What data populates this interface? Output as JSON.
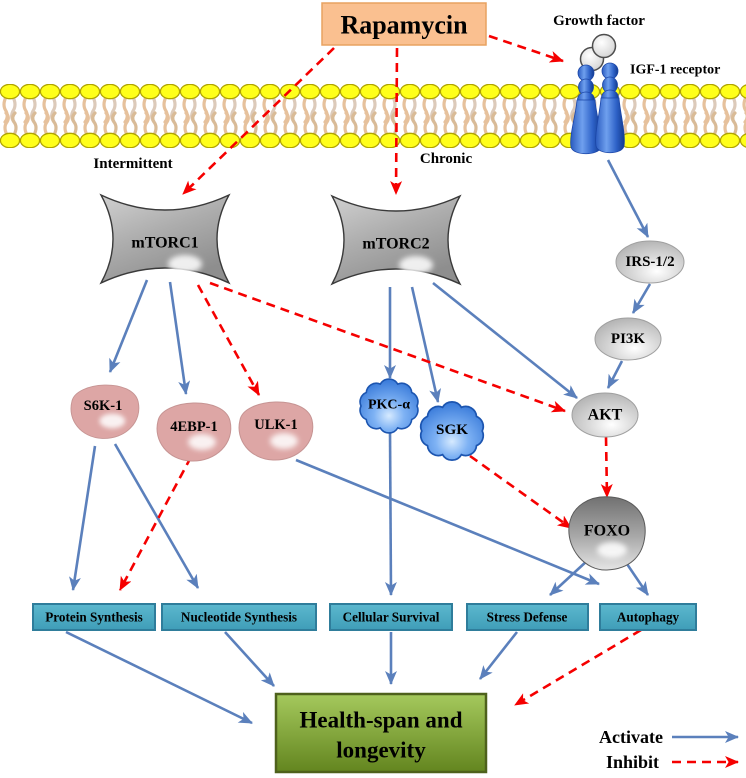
{
  "nodes": {
    "rapamycin": "Rapamycin",
    "growth_factor": "Growth factor",
    "igf1_receptor": "IGF-1 receptor",
    "intermittent": "Intermittent",
    "chronic": "Chronic",
    "mtorc1": "mTORC1",
    "mtorc2": "mTORC2",
    "irs12": "IRS-1/2",
    "pi3k": "PI3K",
    "akt": "AKT",
    "s6k1": "S6K-1",
    "fourebp1": "4EBP-1",
    "ulk1": "ULK-1",
    "pkca": "PKC-α",
    "sgk": "SGK",
    "foxo": "FOXO"
  },
  "outcomes": [
    "Protein Synthesis",
    "Nucleotide Synthesis",
    "Cellular Survival",
    "Stress Defense",
    "Autophagy"
  ],
  "result": {
    "line1": "Health-span and",
    "line2": "longevity"
  },
  "legend": {
    "activate": "Activate",
    "inhibit": "Inhibit"
  },
  "colors": {
    "activate_arrow": "#5b80bc",
    "inhibit_arrow": "#f50000",
    "rapamycin_box": "#fac090",
    "outcome_box": "#4bacc6",
    "result_box": "#76933c",
    "membrane_head": "#ffff1a",
    "membrane_tail": "#e6c19c",
    "receptor_blue": "#2a5bc0",
    "kinase_cloud_blue": "#2e7be0",
    "substrate_pink": "#dda6a5",
    "complex_gray": "#ababab",
    "growth_factor_text": "#9e3b3b"
  },
  "edges": [
    {
      "from": "Rapamycin",
      "to": "mTORC1",
      "type": "inhibit",
      "context": "Intermittent"
    },
    {
      "from": "Rapamycin",
      "to": "mTORC2",
      "type": "inhibit",
      "context": "Chronic"
    },
    {
      "from": "Rapamycin",
      "to": "IGF-1 receptor",
      "type": "inhibit"
    },
    {
      "from": "IGF-1 receptor",
      "to": "IRS-1/2",
      "type": "activate"
    },
    {
      "from": "IRS-1/2",
      "to": "PI3K",
      "type": "activate"
    },
    {
      "from": "PI3K",
      "to": "AKT",
      "type": "activate"
    },
    {
      "from": "mTORC2",
      "to": "AKT",
      "type": "activate"
    },
    {
      "from": "mTORC2",
      "to": "PKC-α",
      "type": "activate"
    },
    {
      "from": "mTORC2",
      "to": "SGK",
      "type": "activate"
    },
    {
      "from": "mTORC1",
      "to": "S6K-1",
      "type": "activate"
    },
    {
      "from": "mTORC1",
      "to": "4EBP-1",
      "type": "activate"
    },
    {
      "from": "mTORC1",
      "to": "ULK-1",
      "type": "inhibit"
    },
    {
      "from": "mTORC1",
      "to": "AKT",
      "type": "inhibit"
    },
    {
      "from": "S6K-1",
      "to": "Protein Synthesis",
      "type": "activate"
    },
    {
      "from": "S6K-1",
      "to": "Nucleotide Synthesis",
      "type": "activate"
    },
    {
      "from": "4EBP-1",
      "to": "Protein Synthesis",
      "type": "inhibit"
    },
    {
      "from": "ULK-1",
      "to": "Autophagy",
      "type": "activate"
    },
    {
      "from": "PKC-α",
      "to": "Cellular Survival",
      "type": "activate"
    },
    {
      "from": "SGK",
      "to": "FOXO",
      "type": "inhibit"
    },
    {
      "from": "AKT",
      "to": "FOXO",
      "type": "inhibit"
    },
    {
      "from": "FOXO",
      "to": "Stress Defense",
      "type": "activate"
    },
    {
      "from": "FOXO",
      "to": "Autophagy",
      "type": "activate"
    },
    {
      "from": "Protein Synthesis",
      "to": "Health-span and longevity",
      "type": "activate"
    },
    {
      "from": "Nucleotide Synthesis",
      "to": "Health-span and longevity",
      "type": "activate"
    },
    {
      "from": "Cellular Survival",
      "to": "Health-span and longevity",
      "type": "activate"
    },
    {
      "from": "Stress Defense",
      "to": "Health-span and longevity",
      "type": "activate"
    },
    {
      "from": "Autophagy",
      "to": "Health-span and longevity",
      "type": "inhibit"
    }
  ]
}
